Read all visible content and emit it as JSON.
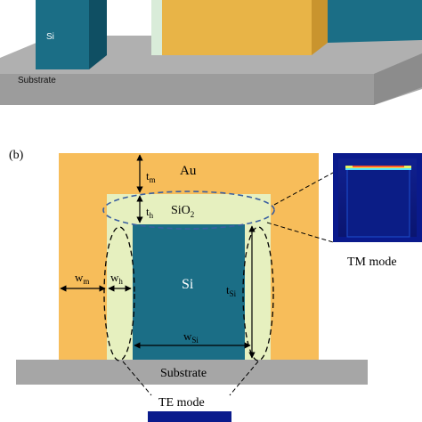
{
  "panel_a": {
    "si_label": "Si",
    "substrate_label": "Substrate"
  },
  "panel_b": {
    "panel_label": "(b)",
    "au_label": "Au",
    "sio2_label": "SiO",
    "sio2_sub": "2",
    "si_label": "Si",
    "substrate_label": "Substrate",
    "dims": {
      "t_m": {
        "main": "t",
        "sub": "m"
      },
      "t_h": {
        "main": "t",
        "sub": "h"
      },
      "w_m": {
        "main": "w",
        "sub": "m"
      },
      "w_h": {
        "main": "w",
        "sub": "h"
      },
      "t_si": {
        "main": "t",
        "sub": "Si"
      },
      "w_si": {
        "main": "w",
        "sub": "Si"
      }
    },
    "tm_mode_label": "TM mode",
    "te_mode_label": "TE mode"
  },
  "colors": {
    "au": "#f7bd5a",
    "sio2": "#e6f0bf",
    "si": "#1b6e86",
    "substrate": "#a6a6a6",
    "mode_field": "#0a1a8c"
  }
}
